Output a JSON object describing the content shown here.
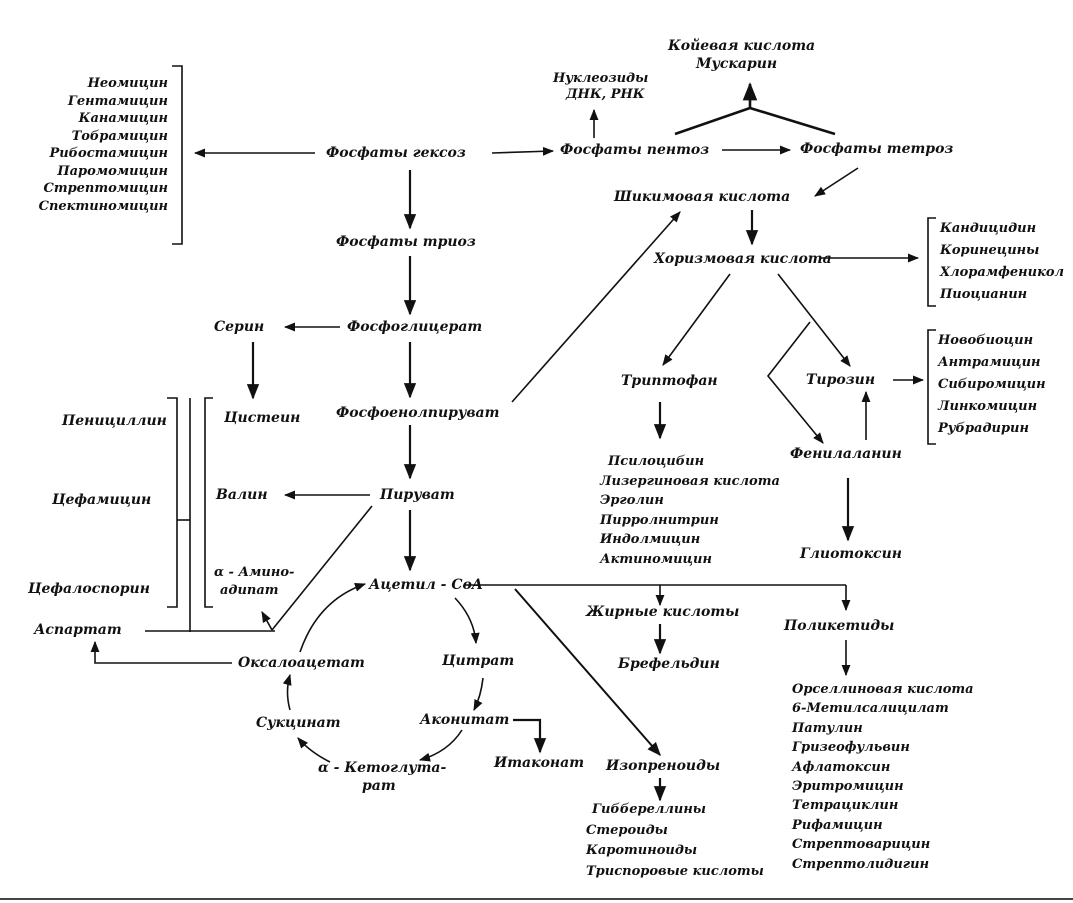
{
  "colors": {
    "ink": "#111111",
    "paper": "#ffffff"
  },
  "nodes": {
    "hexose_phosphates": "Фосфаты гексоз",
    "pentose_phosphates": "Фосфаты пентоз",
    "tetrose_phosphates": "Фосфаты тетроз",
    "nucleosides": "Нуклеозиды",
    "dna_rna": "ДНК, РНК",
    "kojic_acid": "Койевая кислота",
    "muscarine": "Мускарин",
    "shikimic_acid": "Шикимовая кислота",
    "chorismic_acid": "Хоризмовая кислота",
    "triose_phosphates": "Фосфаты триоз",
    "phosphoglycerate": "Фосфоглицерат",
    "serine": "Серин",
    "cysteine": "Цистеин",
    "phosphoenolpyruvate": "Фосфоенолпируват",
    "pyruvate": "Пируват",
    "valine": "Валин",
    "aminoadipate_1": "α - Амино-",
    "aminoadipate_2": "адипат",
    "acetyl_coa": "Ацетил - CoA",
    "aspartate": "Аспартат",
    "oxaloacetate": "Оксалоацетат",
    "citrate": "Цитрат",
    "aconitate": "Аконитат",
    "itaconate": "Итаконат",
    "succinate": "Сукцинат",
    "ketoglutarate_1": "α - Кетоглута-",
    "ketoglutarate_2": "рат",
    "tryptophan": "Триптофан",
    "tyrosine": "Тирозин",
    "phenylalanine": "Фенилаланин",
    "gliotoxin": "Глиотоксин",
    "fatty_acids": "Жирные кислоты",
    "brefeldin": "Брефельдин",
    "polyketides": "Поликетиды",
    "isoprenoids": "Изопреноиды",
    "penicillin": "Пенициллин",
    "cephamycin": "Цефамицин",
    "cephalosporin": "Цефалоспорин"
  },
  "lists": {
    "aminoglycosides": [
      "Неомицин",
      "Гентамицин",
      "Канамицин",
      "Тобрамицин",
      "Рибостамицин",
      "Паромомицин",
      "Стрептомицин",
      "Спектиномицин"
    ],
    "chorismate_products": [
      "Кандицидин",
      "Коринецины",
      "Хлорамфеникол",
      "Пиоцианин"
    ],
    "tyrosine_products": [
      "Новобиоцин",
      "Антрамицин",
      "Сибиромицин",
      "Линкомицин",
      "Рубрадирин"
    ],
    "tryptophan_products": [
      "Псилоцибин",
      "Лизергиновая кислота",
      "Эрголин",
      "Пирролнитрин",
      "Индолмицин",
      "Актиномицин"
    ],
    "polyketide_products": [
      "Орселлиновая кислота",
      "6-Метилсалицилат",
      "Патулин",
      "Гризеофульвин",
      "Афлатоксин",
      "Эритромицин",
      "Тетрациклин",
      "Рифамицин",
      "Стрептоварицин",
      "Стрептолидигин"
    ],
    "isoprenoid_products": [
      "Гиббереллины",
      "Стероиды",
      "Каротиноиды",
      "Триспоровые кислоты"
    ]
  }
}
